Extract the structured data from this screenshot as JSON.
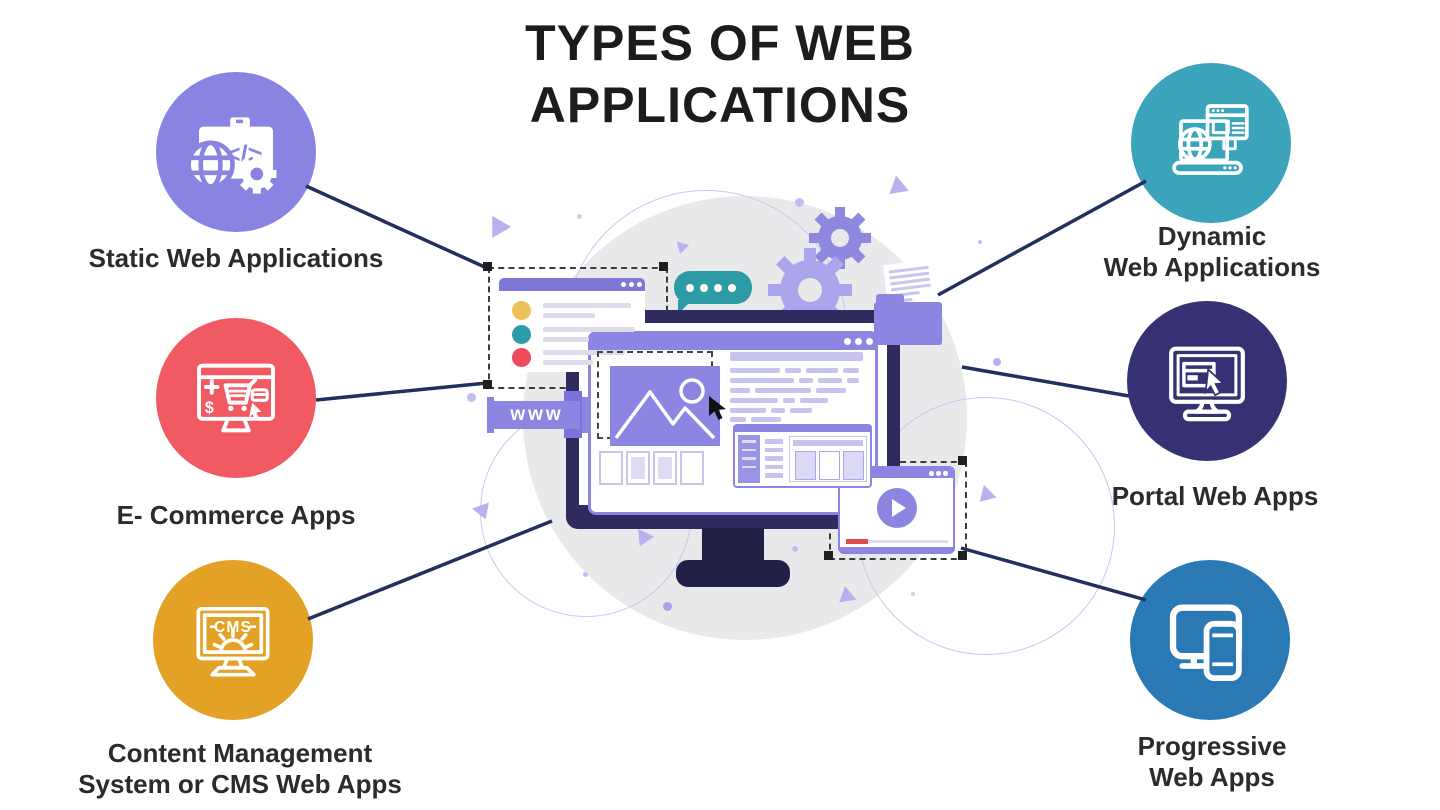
{
  "title": {
    "line1": "TYPES OF WEB",
    "line2": "APPLICATIONS"
  },
  "center": {
    "www_label": "www"
  },
  "nodes": {
    "static": {
      "lines": [
        "Static Web Applications"
      ],
      "color": "#8983E1",
      "icon": "folder-code-globe-gear-icon",
      "icon_text": "</>"
    },
    "ecommerce": {
      "lines": [
        "E- Commerce Apps"
      ],
      "color": "#F15A63",
      "icon": "shopping-monitor-icon",
      "icon_text": "$"
    },
    "cms": {
      "lines": [
        "Content Management",
        "System or CMS Web Apps"
      ],
      "color": "#E3A226",
      "icon": "cms-monitor-gear-icon",
      "icon_text": "CMS"
    },
    "dynamic": {
      "lines": [
        "Dynamic",
        "Web Applications"
      ],
      "color": "#3BA4BB",
      "icon": "laptop-globe-windows-icon"
    },
    "portal": {
      "lines": [
        "Portal Web Apps"
      ],
      "color": "#363173",
      "icon": "monitor-window-cursor-icon"
    },
    "progressive": {
      "lines": [
        "Progressive",
        "Web Apps"
      ],
      "color": "#2B79B4",
      "icon": "monitor-phone-icon"
    }
  },
  "palette": {
    "connector_line": "#23305F",
    "illustration_purple": "#8C85E2",
    "illustration_purple_light": "#C8C4F0",
    "monitor_navy": "#2F2B5E",
    "monitor_stand": "#232048",
    "chat_teal": "#2D9BA6",
    "list_dot_yellow": "#EEC05C",
    "list_dot_teal": "#2A9DA8",
    "list_dot_red": "#EF4B5B",
    "progress_red": "#E04B4B",
    "background_circle_gray": "#E9E9EB",
    "title_text": "#1C1C1C",
    "label_text": "#2B2B2B"
  }
}
